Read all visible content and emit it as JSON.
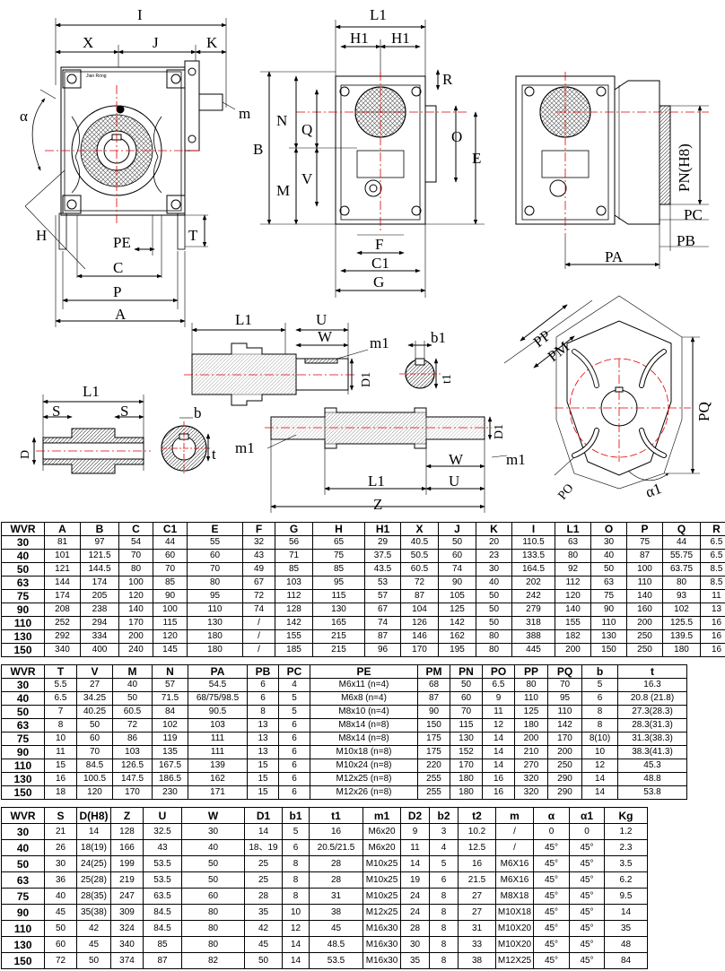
{
  "drawing_labels": {
    "I": "I",
    "X": "X",
    "J": "J",
    "K": "K",
    "alpha": "α",
    "m": "m",
    "H": "H",
    "PE": "PE",
    "C": "C",
    "P": "P",
    "A": "A",
    "T": "T",
    "L1": "L1",
    "H1a": "H1",
    "H1b": "H1",
    "R": "R",
    "N": "N",
    "B": "B",
    "Q": "Q",
    "O": "O",
    "E": "E",
    "M": "M",
    "V": "V",
    "F": "F",
    "C1": "C1",
    "G": "G",
    "PN": "PN(H8)",
    "PC": "PC",
    "PB": "PB",
    "PA": "PA",
    "shaft_L1": "L1",
    "U": "U",
    "W": "W",
    "m1": "m1",
    "D1": "D1",
    "b1": "b1",
    "t1": "t1",
    "PP": "PP",
    "PM": "PM",
    "PQ": "PQ",
    "PO": "PO",
    "alpha1": "α1",
    "hollow_L1": "L1",
    "S1": "S",
    "S2": "S",
    "D": "D",
    "b": "b",
    "t": "t",
    "ds_m1a": "m1",
    "ds_D1": "D1",
    "ds_m1b": "m1",
    "ds_W": "W",
    "ds_L1": "L1",
    "ds_U": "U",
    "Z": "Z",
    "brand": "Jian Rong"
  },
  "table1": {
    "headers": [
      "WVR",
      "A",
      "B",
      "C",
      "C1",
      "E",
      "F",
      "G",
      "H",
      "H1",
      "X",
      "J",
      "K",
      "I",
      "L1",
      "O",
      "P",
      "Q",
      "R"
    ],
    "rows": [
      [
        "30",
        "81",
        "97",
        "54",
        "44",
        "55",
        "32",
        "56",
        "65",
        "29",
        "40.5",
        "50",
        "20",
        "110.5",
        "63",
        "30",
        "75",
        "44",
        "6.5"
      ],
      [
        "40",
        "101",
        "121.5",
        "70",
        "60",
        "60",
        "43",
        "71",
        "75",
        "37.5",
        "50.5",
        "60",
        "23",
        "133.5",
        "80",
        "40",
        "87",
        "55.75",
        "6.5"
      ],
      [
        "50",
        "121",
        "144.5",
        "80",
        "70",
        "70",
        "49",
        "85",
        "85",
        "43.5",
        "60.5",
        "74",
        "30",
        "164.5",
        "92",
        "50",
        "100",
        "63.75",
        "8.5"
      ],
      [
        "63",
        "144",
        "174",
        "100",
        "85",
        "80",
        "67",
        "103",
        "95",
        "53",
        "72",
        "90",
        "40",
        "202",
        "112",
        "63",
        "110",
        "80",
        "8.5"
      ],
      [
        "75",
        "174",
        "205",
        "120",
        "90",
        "95",
        "72",
        "112",
        "115",
        "57",
        "87",
        "105",
        "50",
        "242",
        "120",
        "75",
        "140",
        "93",
        "11"
      ],
      [
        "90",
        "208",
        "238",
        "140",
        "100",
        "110",
        "74",
        "128",
        "130",
        "67",
        "104",
        "125",
        "50",
        "279",
        "140",
        "90",
        "160",
        "102",
        "13"
      ],
      [
        "110",
        "252",
        "294",
        "170",
        "115",
        "130",
        "/",
        "142",
        "165",
        "74",
        "126",
        "142",
        "50",
        "318",
        "155",
        "110",
        "200",
        "125.5",
        "16"
      ],
      [
        "130",
        "292",
        "334",
        "200",
        "120",
        "180",
        "/",
        "155",
        "215",
        "87",
        "146",
        "162",
        "80",
        "388",
        "182",
        "130",
        "250",
        "139.5",
        "16"
      ],
      [
        "150",
        "340",
        "400",
        "240",
        "145",
        "180",
        "/",
        "185",
        "215",
        "96",
        "170",
        "195",
        "80",
        "445",
        "200",
        "150",
        "250",
        "180",
        "16"
      ]
    ]
  },
  "table2": {
    "headers": [
      "WVR",
      "T",
      "V",
      "M",
      "N",
      "PA",
      "PB",
      "PC",
      "PE",
      "PM",
      "PN",
      "PO",
      "PP",
      "PQ",
      "b",
      "t"
    ],
    "rows": [
      [
        "30",
        "5.5",
        "27",
        "40",
        "57",
        "54.5",
        "6",
        "4",
        "M6x11 (n=4)",
        "68",
        "50",
        "6.5",
        "80",
        "70",
        "5",
        "16.3"
      ],
      [
        "40",
        "6.5",
        "34.25",
        "50",
        "71.5",
        "68/75/98.5",
        "6",
        "5",
        "M6x8 (n=4)",
        "87",
        "60",
        "9",
        "110",
        "95",
        "6",
        "20.8 (21.8)"
      ],
      [
        "50",
        "7",
        "40.25",
        "60.5",
        "84",
        "90.5",
        "8",
        "5",
        "M8x10 (n=4)",
        "90",
        "70",
        "11",
        "125",
        "110",
        "8",
        "27.3(28.3)"
      ],
      [
        "63",
        "8",
        "50",
        "72",
        "102",
        "103",
        "13",
        "6",
        "M8x14 (n=8)",
        "150",
        "115",
        "12",
        "180",
        "142",
        "8",
        "28.3(31.3)"
      ],
      [
        "75",
        "10",
        "60",
        "86",
        "119",
        "111",
        "13",
        "6",
        "M8x14 (n=8)",
        "175",
        "130",
        "14",
        "200",
        "170",
        "8(10)",
        "31.3(38.3)"
      ],
      [
        "90",
        "11",
        "70",
        "103",
        "135",
        "111",
        "13",
        "6",
        "M10x18 (n=8)",
        "175",
        "152",
        "14",
        "210",
        "200",
        "10",
        "38.3(41.3)"
      ],
      [
        "110",
        "15",
        "84.5",
        "126.5",
        "167.5",
        "139",
        "15",
        "6",
        "M10x24 (n=8)",
        "220",
        "170",
        "14",
        "270",
        "250",
        "12",
        "45.3"
      ],
      [
        "130",
        "16",
        "100.5",
        "147.5",
        "186.5",
        "162",
        "15",
        "6",
        "M12x25 (n=8)",
        "255",
        "180",
        "16",
        "320",
        "290",
        "14",
        "48.8"
      ],
      [
        "150",
        "18",
        "120",
        "170",
        "230",
        "171",
        "15",
        "6",
        "M12x26 (n=8)",
        "255",
        "180",
        "16",
        "320",
        "290",
        "14",
        "53.8"
      ]
    ]
  },
  "table3": {
    "headers": [
      "WVR",
      "S",
      "D(H8)",
      "Z",
      "U",
      "W",
      "D1",
      "b1",
      "t1",
      "m1",
      "D2",
      "b2",
      "t2",
      "m",
      "α",
      "α1",
      "Kg"
    ],
    "rows": [
      [
        "30",
        "21",
        "14",
        "128",
        "32.5",
        "30",
        "14",
        "5",
        "16",
        "M6x20",
        "9",
        "3",
        "10.2",
        "/",
        "0",
        "0",
        "1.2"
      ],
      [
        "40",
        "26",
        "18(19)",
        "166",
        "43",
        "40",
        "18、19",
        "6",
        "20.5/21.5",
        "M6x20",
        "11",
        "4",
        "12.5",
        "/",
        "45°",
        "45°",
        "2.3"
      ],
      [
        "50",
        "30",
        "24(25)",
        "199",
        "53.5",
        "50",
        "25",
        "8",
        "28",
        "M10x25",
        "14",
        "5",
        "16",
        "M6X16",
        "45°",
        "45°",
        "3.5"
      ],
      [
        "63",
        "36",
        "25(28)",
        "219",
        "53.5",
        "50",
        "25",
        "8",
        "28",
        "M10x25",
        "19",
        "6",
        "21.5",
        "M6X16",
        "45°",
        "45°",
        "6.2"
      ],
      [
        "75",
        "40",
        "28(35)",
        "247",
        "63.5",
        "60",
        "28",
        "8",
        "31",
        "M10x25",
        "24",
        "8",
        "27",
        "M8X18",
        "45°",
        "45°",
        "9.5"
      ],
      [
        "90",
        "45",
        "35(38)",
        "309",
        "84.5",
        "80",
        "35",
        "10",
        "38",
        "M12x25",
        "24",
        "8",
        "27",
        "M10X18",
        "45°",
        "45°",
        "14"
      ],
      [
        "110",
        "50",
        "42",
        "324",
        "84.5",
        "80",
        "42",
        "12",
        "45",
        "M16x30",
        "28",
        "8",
        "31",
        "M10X20",
        "45°",
        "45°",
        "35"
      ],
      [
        "130",
        "60",
        "45",
        "340",
        "85",
        "80",
        "45",
        "14",
        "48.5",
        "M16x30",
        "30",
        "8",
        "33",
        "M10X20",
        "45°",
        "45°",
        "48"
      ],
      [
        "150",
        "72",
        "50",
        "374",
        "87",
        "82",
        "50",
        "14",
        "53.5",
        "M16x30",
        "35",
        "8",
        "38",
        "M12X25",
        "45°",
        "45°",
        "84"
      ]
    ]
  }
}
